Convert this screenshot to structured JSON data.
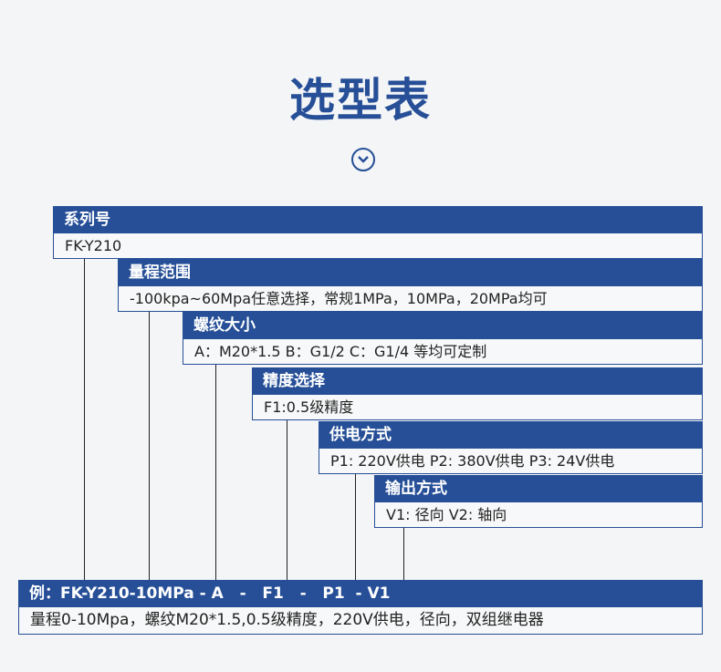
{
  "title": "选型表",
  "sections": [
    {
      "header": "系列号",
      "body": "FK-Y210"
    },
    {
      "header": "量程范围",
      "body": "-100kpa~60Mpa任意选择，常规1MPa，10MPa，20MPa均可"
    },
    {
      "header": "螺纹大小",
      "body": "A：M20*1.5  B：G1/2  C：G1/4 等均可定制"
    },
    {
      "header": "精度选择",
      "body": "F1:0.5级精度"
    },
    {
      "header": "供电方式",
      "body": "P1: 220V供电 P2: 380V供电  P3: 24V供电"
    },
    {
      "header": "输出方式",
      "body": "V1: 径向   V2: 轴向"
    }
  ],
  "example": {
    "header": "例：FK-Y210-10MPa - A   -   F1   -   P1  - V1",
    "body": "量程0-10Mpa，螺纹M20*1.5,0.5级精度，220V供电，径向，双组继电器"
  }
}
